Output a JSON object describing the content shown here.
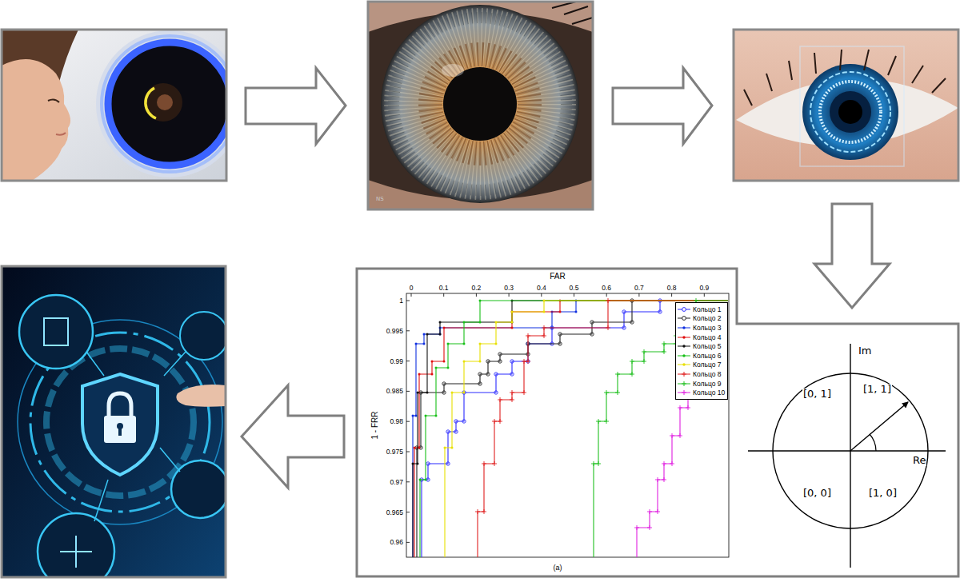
{
  "diagram": {
    "nodes": [
      {
        "text": [
          "FAR",
          "1 - FRR",
          "(a)"
        ]
      },
      {
        "text": [
          "Im",
          "Re",
          "[0, 1]",
          "[1, 1]",
          "[0, 0]",
          "[1, 0]"
        ]
      }
    ],
    "labels": [
      "0",
      "0.1",
      "0.2",
      "0.3",
      "0.4",
      "0.5",
      "0.6",
      "0.7",
      "0.8",
      "0.9",
      "1",
      "0.995",
      "0.99",
      "0.985",
      "0.98",
      "0.975",
      "0.97",
      "0.965",
      "0.96",
      "NS"
    ],
    "legend": [
      {
        "text": "Кольцо 1"
      },
      {
        "text": "Кольцо 2"
      },
      {
        "text": "Кольцо 3"
      },
      {
        "text": "Кольцо 4"
      },
      {
        "text": "Кольцо 5"
      },
      {
        "text": "Кольцо 6"
      },
      {
        "text": "Кольцо 7"
      },
      {
        "text": "Кольцо 8"
      },
      {
        "text": "Кольцо 9"
      },
      {
        "text": "Кольцо 10"
      }
    ]
  }
}
